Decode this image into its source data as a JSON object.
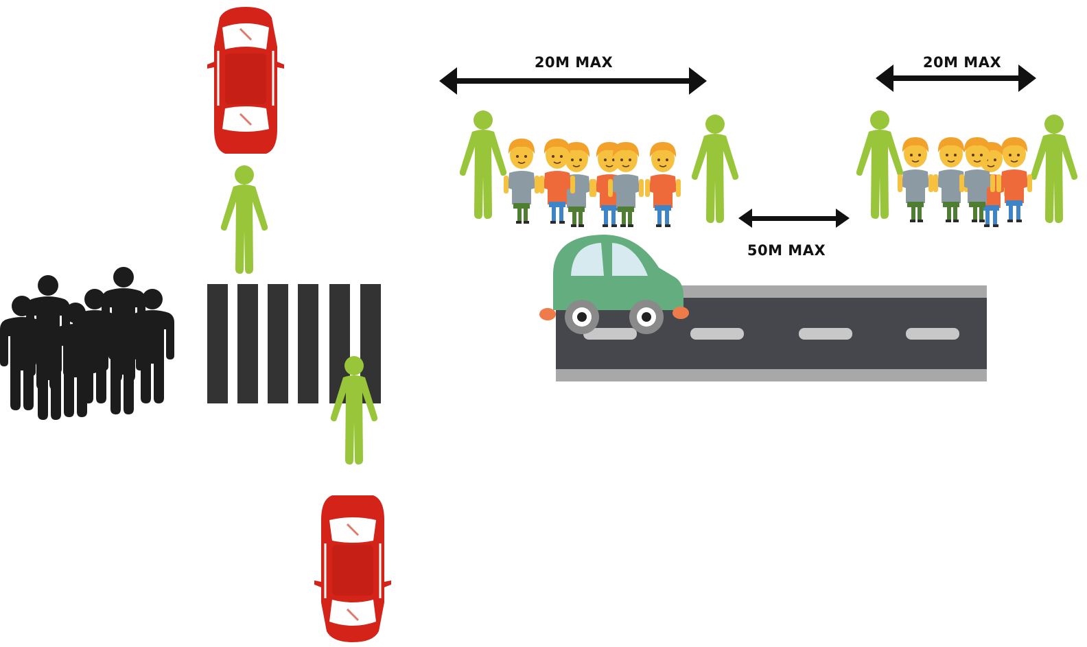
{
  "labels": {
    "group_span_left": "20M MAX",
    "group_span_right": "20M MAX",
    "group_gap": "50M MAX"
  },
  "icons": {
    "crowd": "crowd-icon",
    "crosswalk": "crosswalk-icon",
    "marshal": "marshal-person-icon",
    "car": "red-car-icon",
    "child": "child-icon",
    "road": "road-icon",
    "vehicle": "green-car-icon",
    "arrow": "double-headed-arrow-icon"
  },
  "colors": {
    "marshal_green": "#99c53b",
    "car_red": "#d4241a",
    "crowd_black": "#1c1c1c",
    "crosswalk_dark": "#333333",
    "road_asphalt": "#45474d",
    "road_edge": "#a8a8a8",
    "road_dash": "#c8c8c8",
    "vehicle_green": "#63ad7e",
    "child_hair": "#f2a12b",
    "child_skin": "#f6c13f",
    "shirt_grey": "#8c9ba3",
    "shirt_orange": "#ef6a3a",
    "pants_green": "#4f7d32",
    "pants_blue": "#3e84c6"
  }
}
